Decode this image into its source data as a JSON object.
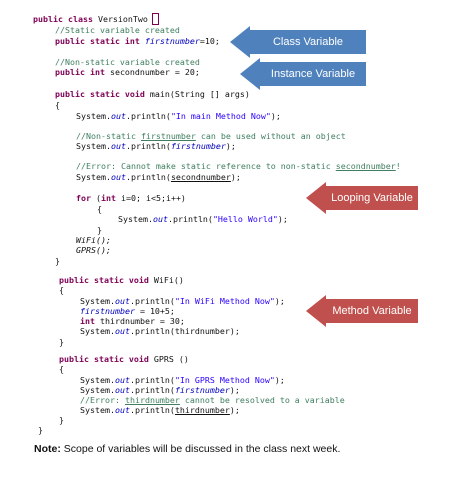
{
  "code": {
    "l1": {
      "kw": "public class",
      "name": " VersionTwo "
    },
    "l2": "//Static variable created",
    "l3": {
      "kw": "public static int",
      "var": "firstnumber",
      "rest": "=10;"
    },
    "l4": "//Non-static variable created",
    "l5": {
      "kw": "public int",
      "rest": " secondnumber = 20;"
    },
    "l6": {
      "kw": "public static void",
      "rest": " main(String [] args)"
    },
    "l7": "{",
    "l8": {
      "pre": "System.",
      "out": "out",
      "mid": ".println(",
      "str": "\"In main Method Now\"",
      "end": ");"
    },
    "l9": {
      "pre": "//Non-static ",
      "ul": "firstnumber",
      "post": " can be used without an object"
    },
    "l10": {
      "pre": "System.",
      "out": "out",
      "mid": ".println(",
      "var": "firstnumber",
      "end": ");"
    },
    "l11": {
      "pre": "//Error: Cannot make static reference to non-static ",
      "ul": "secondnumber",
      "post": "!"
    },
    "l12": {
      "pre": "System.",
      "out": "out",
      "mid": ".println(",
      "ul": "secondnumber",
      "end": ");"
    },
    "l13": {
      "kw": "for",
      "rest": " (",
      "kw2": "int",
      "rest2": " i=0; i<5;i++)"
    },
    "l14": "{",
    "l15": {
      "pre": "System.",
      "out": "out",
      "mid": ".println(",
      "str": "\"Hello World\"",
      "end": ");"
    },
    "l16": "}",
    "l17": "WiFi();",
    "l18": "GPRS();",
    "l19": "}",
    "l20": {
      "kw": "public static void",
      "rest": " WiFi()"
    },
    "l21": "{",
    "l22": {
      "pre": "System.",
      "out": "out",
      "mid": ".println(",
      "str": "\"In WiFi Method Now\"",
      "end": ");"
    },
    "l23": {
      "var": "firstnumber",
      "rest": " = 10+5;"
    },
    "l24": {
      "kw": "int",
      "rest": " thirdnumber = 30;"
    },
    "l25": {
      "pre": "System.",
      "out": "out",
      "mid": ".println(thirdnumber);"
    },
    "l26": "}",
    "l27": {
      "kw": "public static void",
      "rest": " GPRS ()"
    },
    "l28": "{",
    "l29": {
      "pre": "System.",
      "out": "out",
      "mid": ".println(",
      "str": "\"In GPRS Method Now\"",
      "end": ");"
    },
    "l30": {
      "pre": "System.",
      "out": "out",
      "mid": ".println(",
      "var": "firstnumber",
      "end": ");"
    },
    "l31": {
      "pre": "//Error: ",
      "ul": "thirdnumber",
      "post": " cannot be resolved to a variable"
    },
    "l32": {
      "pre": "System.",
      "out": "out",
      "mid": ".println(",
      "ul": "thirdnumber",
      "end": ");"
    },
    "l33": "}",
    "l34": "}"
  },
  "callouts": {
    "class": {
      "label": "Class Variable",
      "color": "#4f81bd"
    },
    "instance": {
      "label": "Instance Variable",
      "color": "#4f81bd"
    },
    "looping": {
      "label": "Looping Variable",
      "color": "#c0504d"
    },
    "method": {
      "label": "Method Variable",
      "color": "#c0504d"
    }
  },
  "note": {
    "label": "Note:",
    "text": " Scope of variables will be discussed in the class next week."
  }
}
